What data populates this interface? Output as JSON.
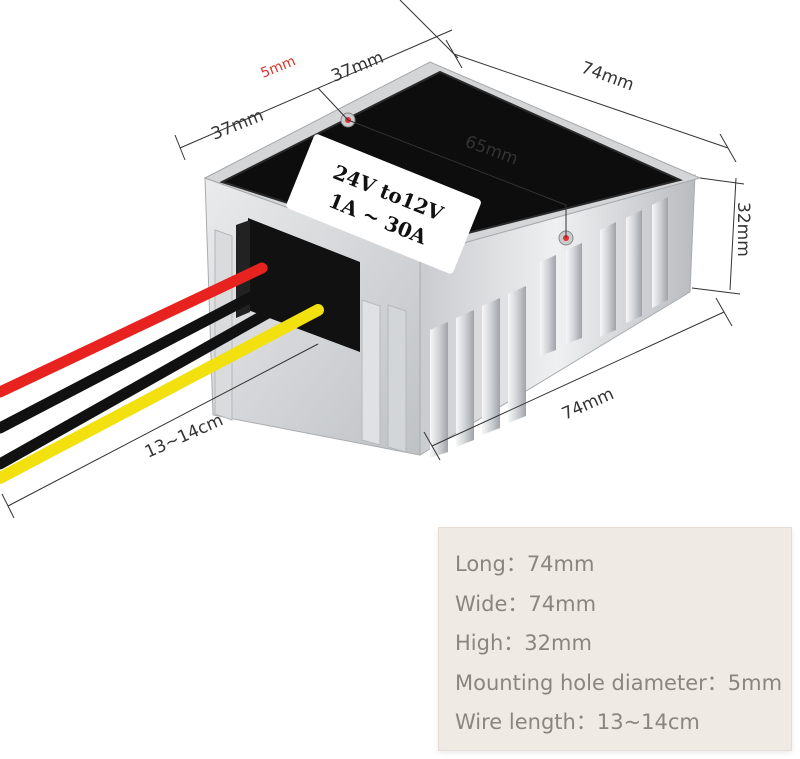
{
  "product": {
    "label_line1": "24V to12V",
    "label_line2": "1A ~ 30A"
  },
  "dimensions": {
    "hole_diameter": "5mm",
    "top_half_right": "37mm",
    "top_half_left": "37mm",
    "top_width": "74mm",
    "hole_spacing": "65mm",
    "height": "32mm",
    "length": "74mm",
    "wire_length": "13~14cm"
  },
  "specs": {
    "long": "Long：74mm",
    "wide": "Wide：74mm",
    "high": "High：32mm",
    "mounting": "Mounting hole diameter：5mm",
    "wire": "Wire length：13~14cm"
  },
  "colors": {
    "wire_red": "#e8231f",
    "wire_black": "#111111",
    "wire_yellow": "#f2e10f",
    "aluminum": "#d6d8da",
    "top_plate": "#0d0d0d",
    "hole_marker": "#e53030"
  }
}
